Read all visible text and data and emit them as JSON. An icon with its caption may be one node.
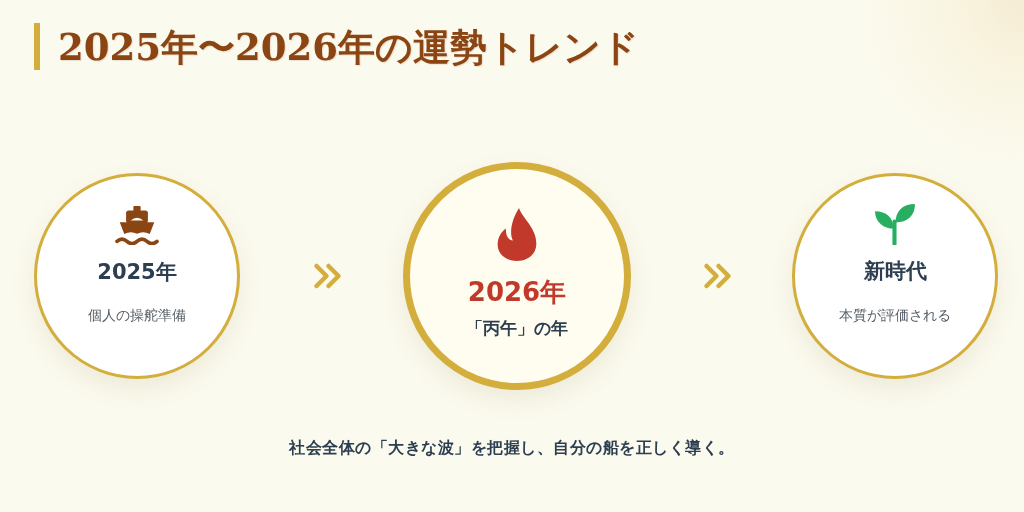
{
  "diagram": {
    "title": "2025年〜2026年の運勢トレンド",
    "nodes": [
      {
        "text": [
          "2025年",
          "個人の操舵準備"
        ]
      },
      {
        "text": [
          "2026年",
          "「丙午」の年"
        ]
      },
      {
        "text": [
          "新時代",
          "本質が評価される"
        ]
      }
    ],
    "edges": [
      {
        "from": 0,
        "to": 1,
        "arrow": "to"
      },
      {
        "from": 1,
        "to": 2,
        "arrow": "to"
      }
    ],
    "labels": [
      "社会全体の「大きな波」を把握し、自分の船を正しく導く。"
    ]
  }
}
